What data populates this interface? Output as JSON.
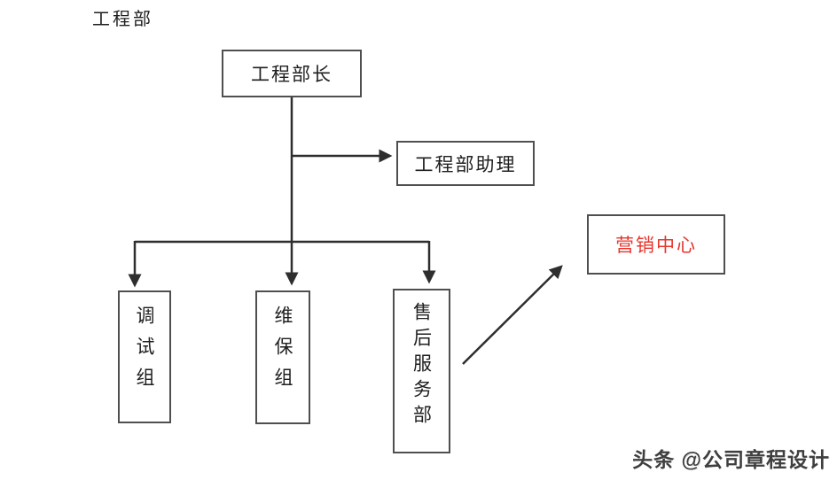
{
  "title": {
    "text": "工程部"
  },
  "diagram": {
    "nodes": {
      "head": {
        "label": "工程部长"
      },
      "assistant": {
        "label": "工程部助理"
      },
      "marketing": {
        "label": "营销中心"
      },
      "debug": {
        "label": "调试组"
      },
      "maintenance": {
        "label": "维保组"
      },
      "after_sales": {
        "label": "售后服务部"
      }
    },
    "colors": {
      "line": "#2e2e2e",
      "box_border": "#4f4f4f",
      "marketing_text": "#e8342c",
      "default_text": "#1f1f1f"
    }
  },
  "watermark": {
    "text": "头条 @公司章程设计"
  }
}
